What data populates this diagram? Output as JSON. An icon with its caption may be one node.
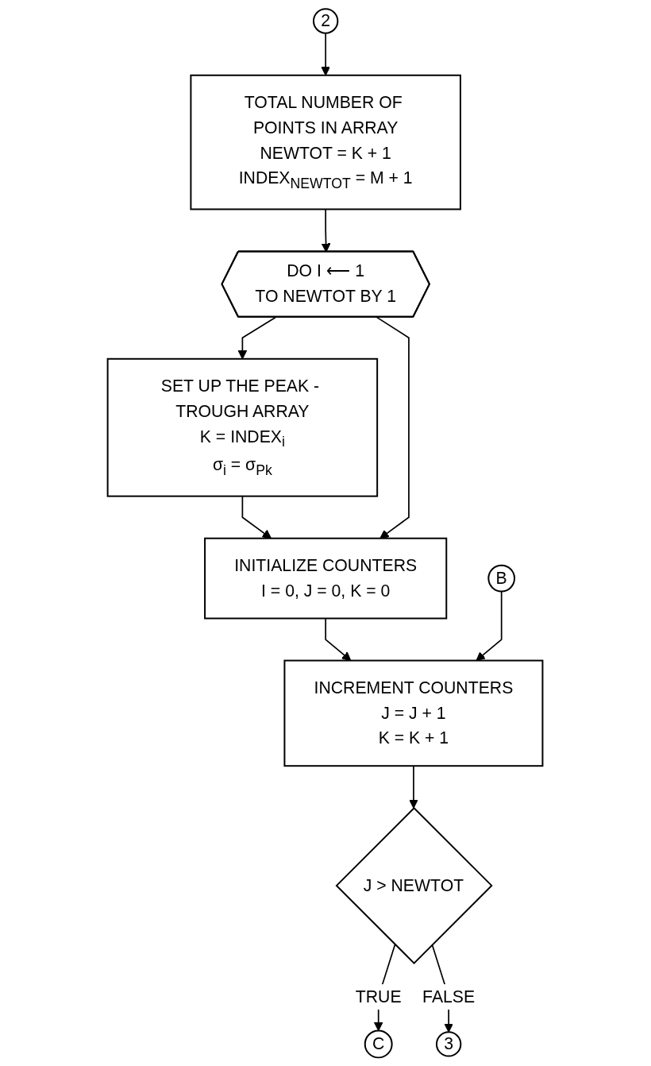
{
  "diagram": {
    "nodes": [
      {
        "text": [
          "2"
        ]
      },
      {
        "text": [
          "TOTAL NUMBER OF POINTS IN ARRAY",
          "NEWTOT = K + 1",
          "INDEX$_{NEWTOT}$ = M + 1"
        ]
      },
      {
        "text": [
          "DO I ⟵ 1",
          "TO NEWTOT BY 1"
        ]
      },
      {
        "text": [
          "SET UP THE PEAK - TROUGH ARRAY",
          "K = INDEX$_{i}$",
          "σ$_{i}$ = σ$_{Pk}$"
        ]
      },
      {
        "text": [
          "INITIALIZE COUNTERS",
          "I = 0, J = 0, K = 0"
        ]
      },
      {
        "text": [
          "B"
        ]
      },
      {
        "text": [
          "INCREMENT COUNTERS",
          "J = J + 1",
          "K = K + 1"
        ]
      },
      {
        "text": [
          "J > NEWTOT"
        ]
      },
      {
        "text": [
          "C"
        ]
      },
      {
        "text": [
          "3"
        ]
      }
    ],
    "edges": [
      {
        "from": 0,
        "to": 1,
        "arrow": "to"
      },
      {
        "from": 1,
        "to": 2,
        "arrow": "to"
      },
      {
        "from": 2,
        "to": 3,
        "arrow": "to"
      },
      {
        "from": 3,
        "to": 4,
        "arrow": "to"
      },
      {
        "from": 2,
        "to": 4,
        "arrow": "to"
      },
      {
        "from": 4,
        "to": 6,
        "arrow": "to"
      },
      {
        "from": 5,
        "to": 6,
        "arrow": "to"
      },
      {
        "from": 6,
        "to": 7,
        "arrow": "to"
      },
      {
        "from": 7,
        "to": 8,
        "arrow": "to",
        "label": "TRUE"
      },
      {
        "from": 7,
        "to": 9,
        "arrow": "to",
        "label": "FALSE"
      }
    ]
  }
}
